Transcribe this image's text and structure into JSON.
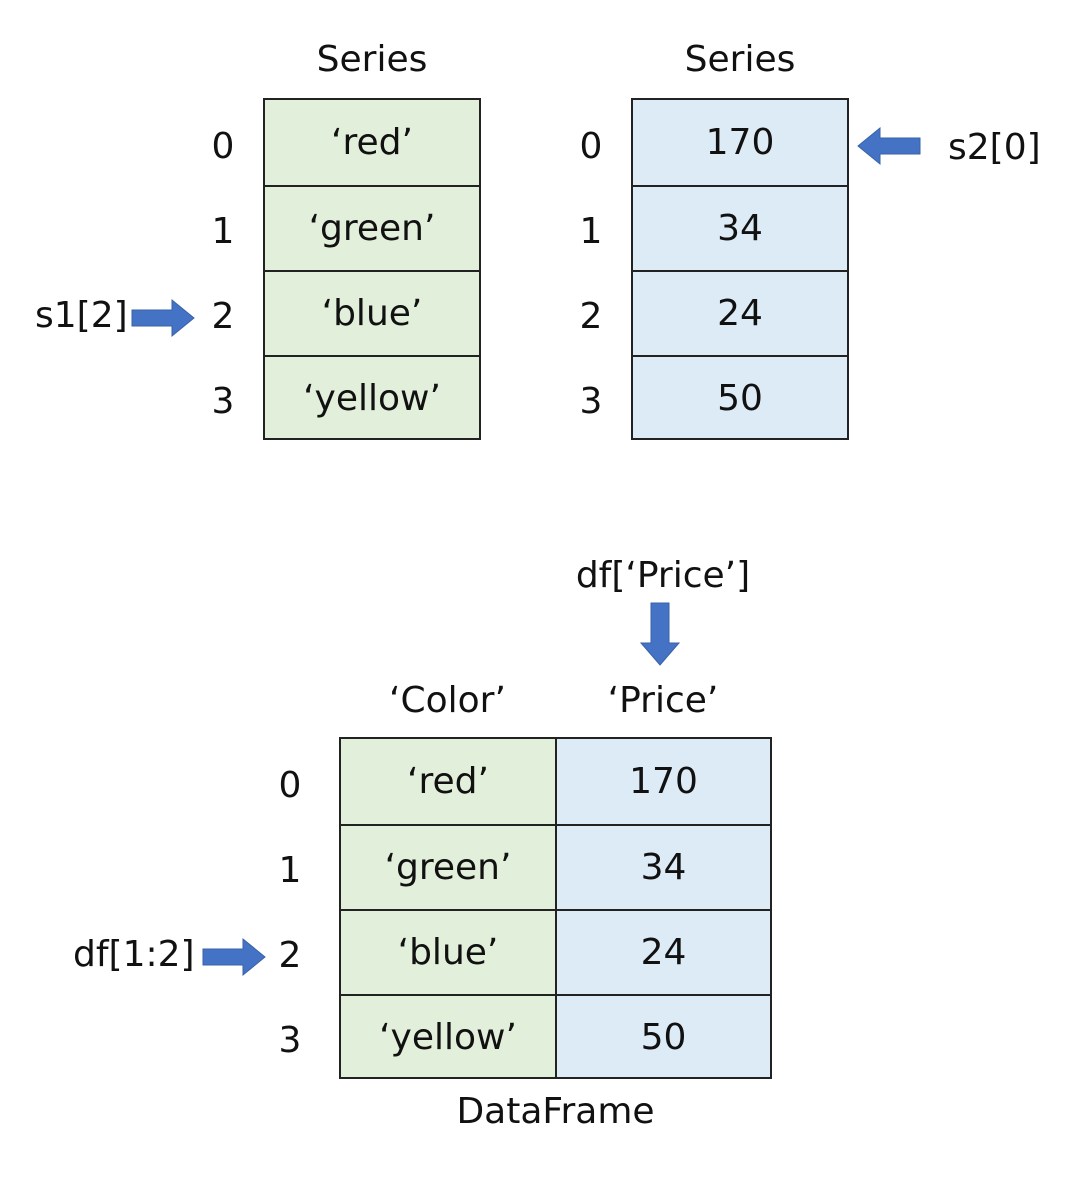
{
  "series1": {
    "title": "Series",
    "index": [
      "0",
      "1",
      "2",
      "3"
    ],
    "values": [
      "‘red’",
      "‘green’",
      "‘blue’",
      "‘yellow’"
    ],
    "pointer_label": "s1[2]"
  },
  "series2": {
    "title": "Series",
    "index": [
      "0",
      "1",
      "2",
      "3"
    ],
    "values": [
      "170",
      "34",
      "24",
      "50"
    ],
    "pointer_label": "s2[0]"
  },
  "dataframe": {
    "title": "DataFrame",
    "columns": [
      "‘Color’",
      "‘Price’"
    ],
    "index": [
      "0",
      "1",
      "2",
      "3"
    ],
    "color_values": [
      "‘red’",
      "‘green’",
      "‘blue’",
      "‘yellow’"
    ],
    "price_values": [
      "170",
      "34",
      "24",
      "50"
    ],
    "column_pointer_label": "df[‘Price’]",
    "row_pointer_label": "df[1:2]"
  },
  "colors": {
    "green_cell": "#e2efda",
    "blue_cell": "#ddebf7",
    "arrow": "#4472c4",
    "border": "#222222"
  }
}
